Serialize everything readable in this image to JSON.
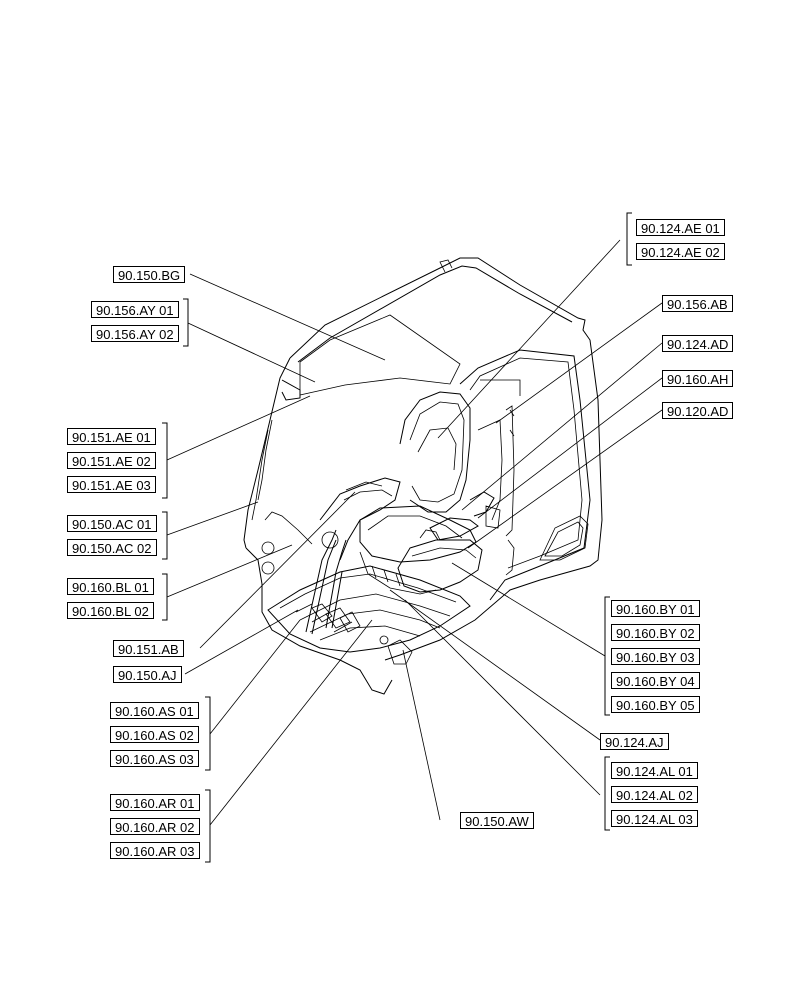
{
  "labels": {
    "l_124_ae_01": "90.124.AE 01",
    "l_124_ae_02": "90.124.AE 02",
    "l_150_bg": "90.150.BG",
    "l_156_ay_01": "90.156.AY 01",
    "l_156_ay_02": "90.156.AY 02",
    "l_156_ab": "90.156.AB",
    "l_124_ad": "90.124.AD",
    "l_160_ah": "90.160.AH",
    "l_120_ad": "90.120.AD",
    "l_151_ae_01": "90.151.AE 01",
    "l_151_ae_02": "90.151.AE 02",
    "l_151_ae_03": "90.151.AE 03",
    "l_150_ac_01": "90.150.AC 01",
    "l_150_ac_02": "90.150.AC 02",
    "l_160_bl_01": "90.160.BL 01",
    "l_160_bl_02": "90.160.BL 02",
    "l_151_ab": "90.151.AB",
    "l_150_aj": "90.150.AJ",
    "l_160_as_01": "90.160.AS 01",
    "l_160_as_02": "90.160.AS 02",
    "l_160_as_03": "90.160.AS 03",
    "l_160_ar_01": "90.160.AR 01",
    "l_160_ar_02": "90.160.AR 02",
    "l_160_ar_03": "90.160.AR 03",
    "l_160_by_01": "90.160.BY 01",
    "l_160_by_02": "90.160.BY 02",
    "l_160_by_03": "90.160.BY 03",
    "l_160_by_04": "90.160.BY 04",
    "l_160_by_05": "90.160.BY 05",
    "l_124_aj": "90.124.AJ",
    "l_124_al_01": "90.124.AL  01",
    "l_124_al_02": "90.124.AL  02",
    "l_124_al_03": "90.124.AL  03",
    "l_150_aw": "90.150.AW"
  }
}
